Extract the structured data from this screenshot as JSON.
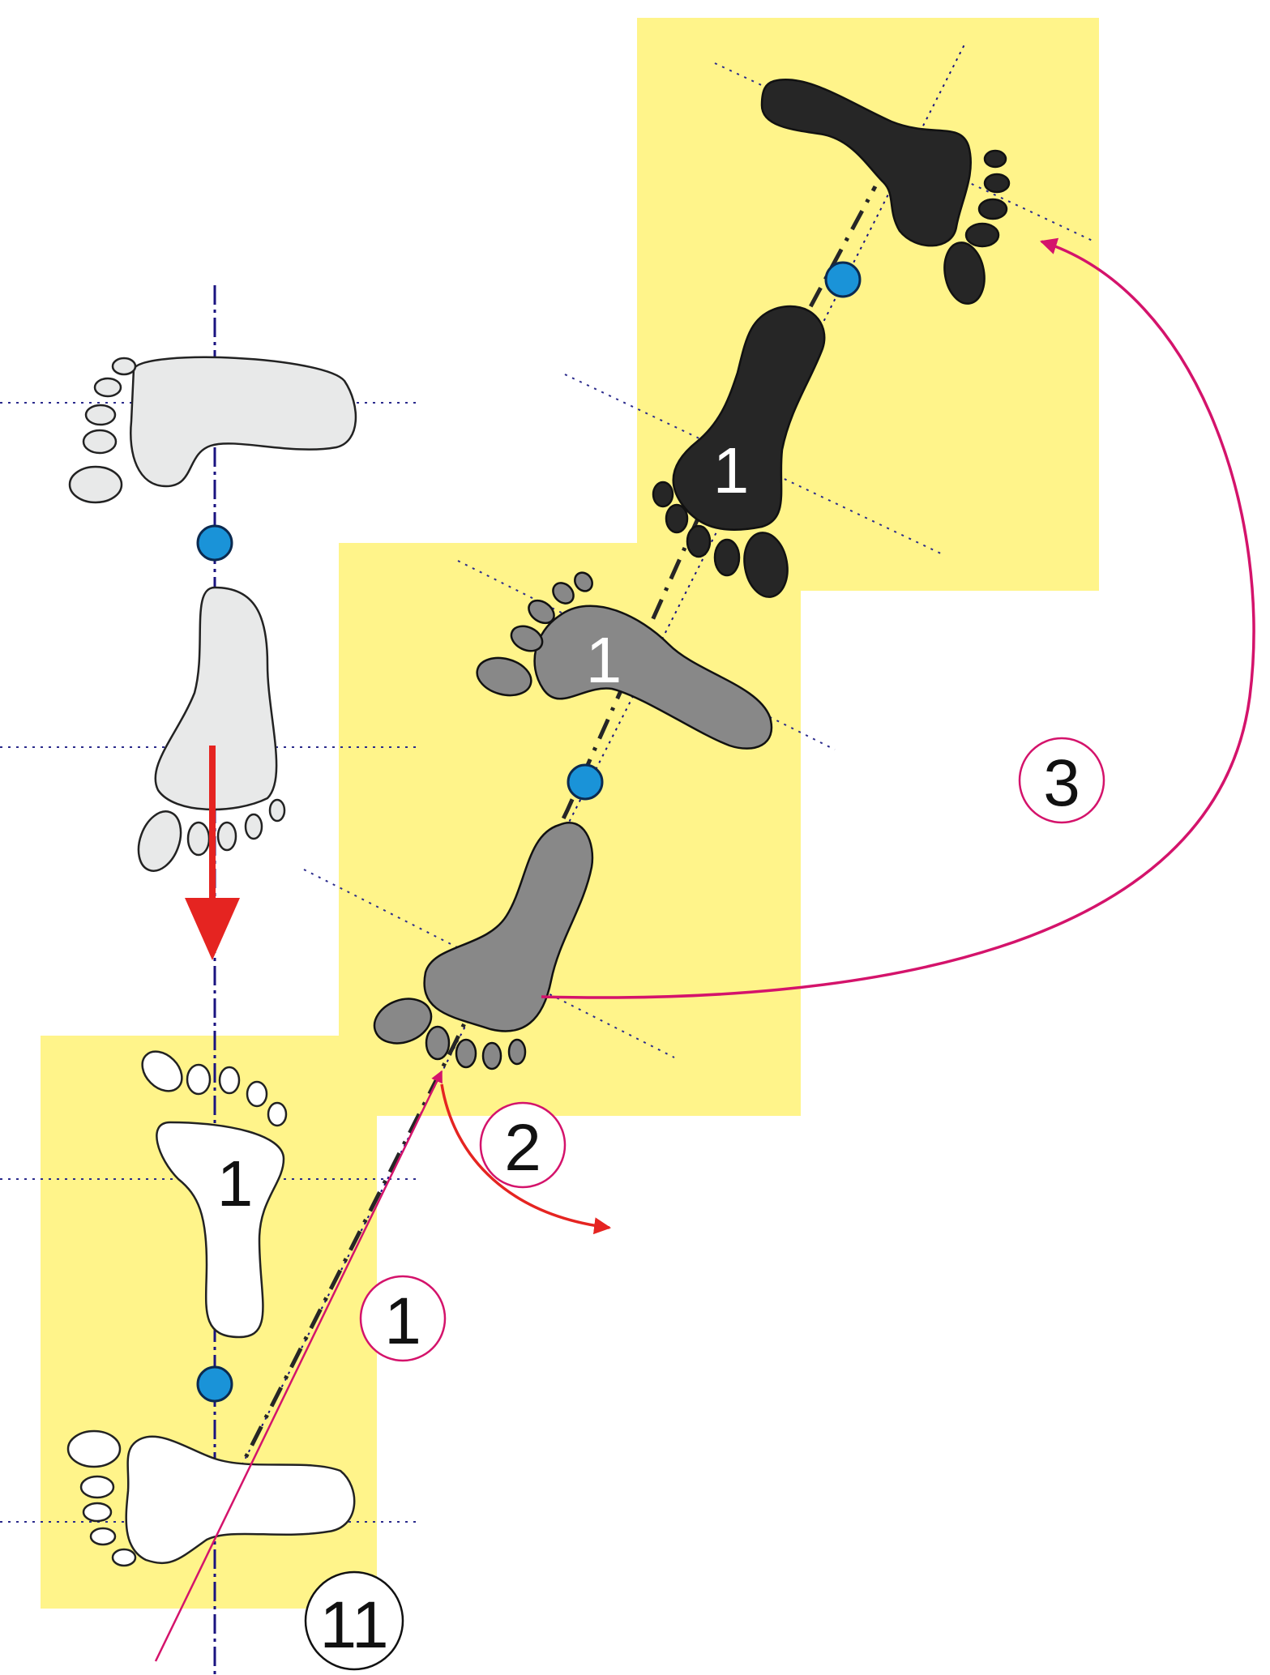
{
  "colors": {
    "background": "#ffffff",
    "highlight": "#fff48a",
    "foot_white": "#ffffff",
    "foot_light": "#e8e9e9",
    "foot_gray": "#888888",
    "foot_black": "#262626",
    "pivot": "#1a93d8",
    "axis": "#1a1380",
    "guide": "#2b2b8c",
    "red_arrow": "#e52421",
    "magenta": "#d4136b"
  },
  "labels": {
    "foot_white": "1",
    "foot_gray": "1",
    "foot_black": "1",
    "step_1": "1",
    "step_2": "2",
    "step_3": "3",
    "start": "11"
  }
}
